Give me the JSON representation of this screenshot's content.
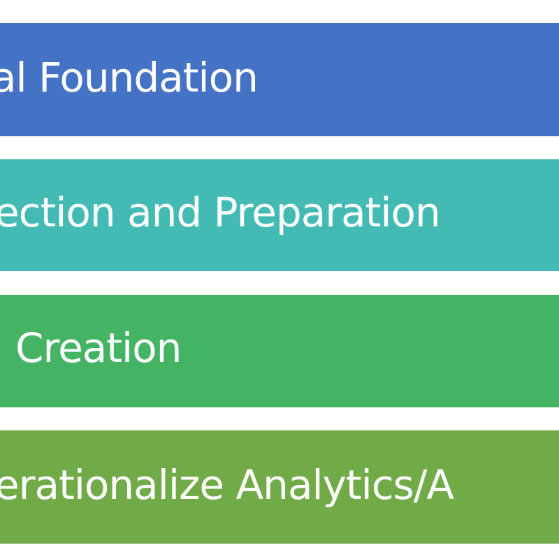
{
  "layers": [
    {
      "label": "al Foundation",
      "color": "#4472c4"
    },
    {
      "label": "ection and Preparation",
      "color": "#43bbb4"
    },
    {
      "label": "Creation",
      "color": "#44b464"
    },
    {
      "label": "erationalize Analytics/A",
      "color": "#71ab48"
    }
  ]
}
